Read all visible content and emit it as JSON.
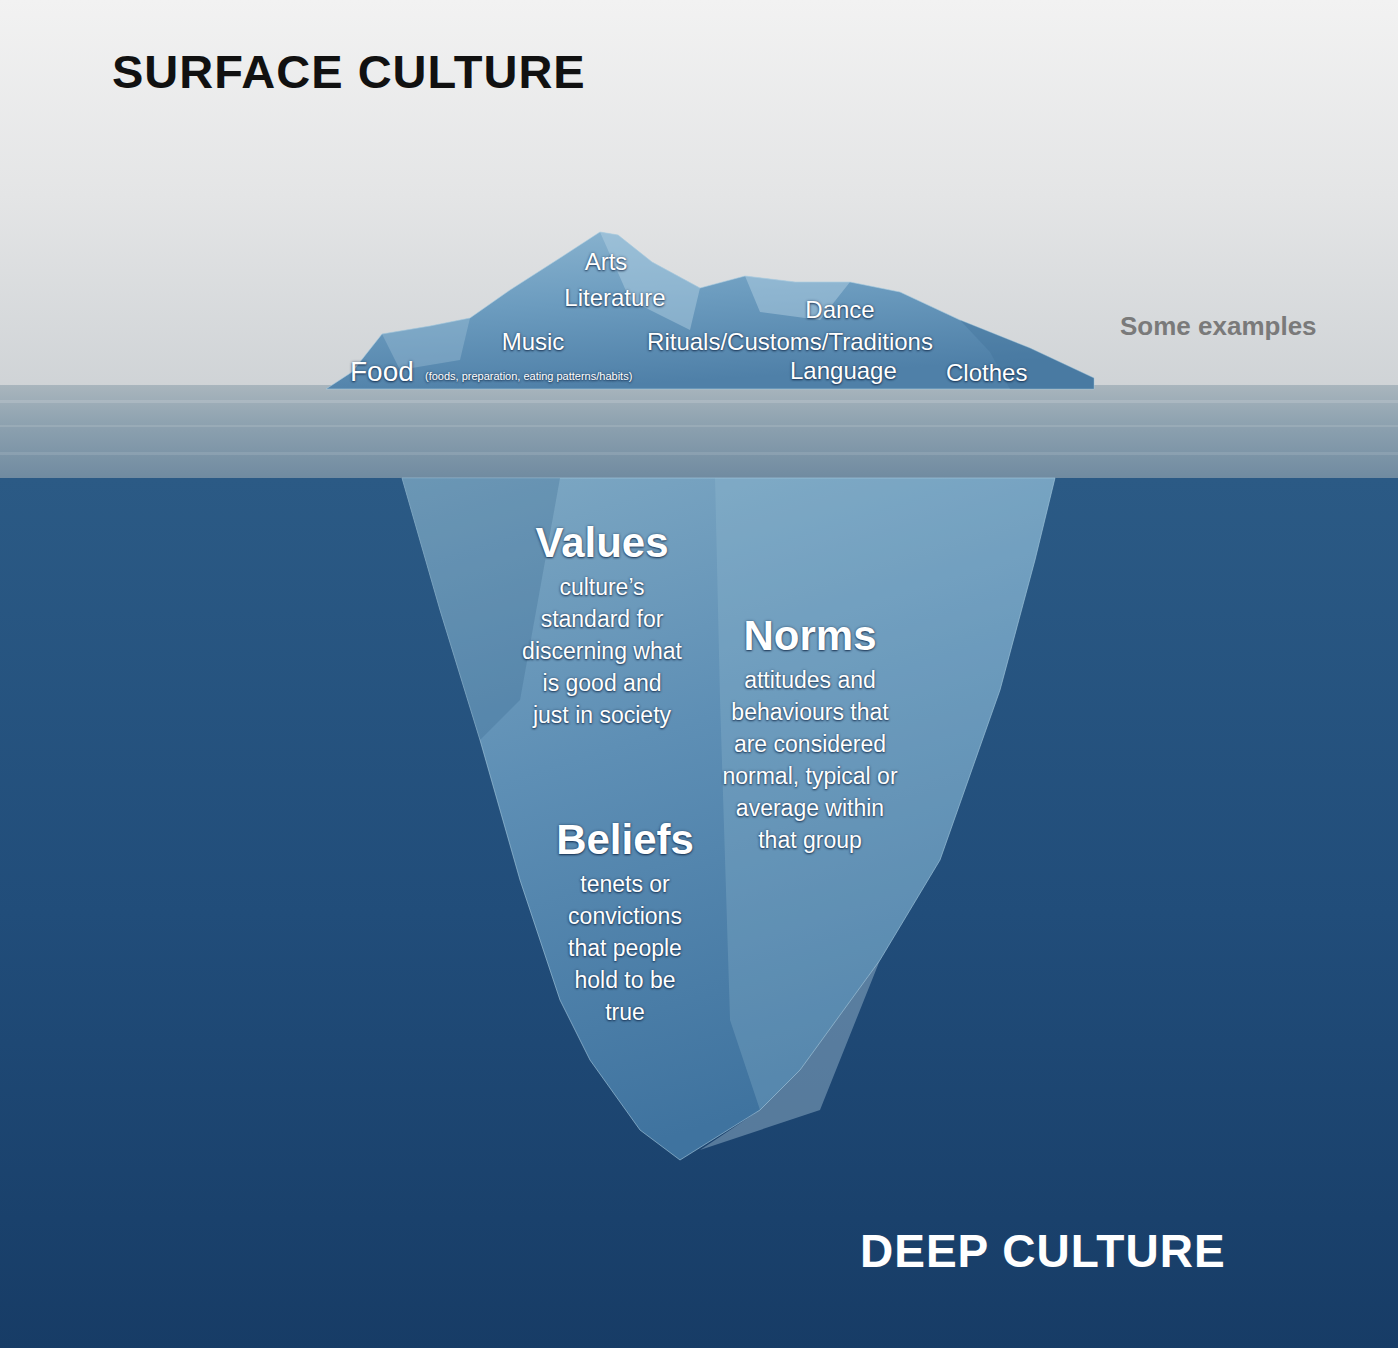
{
  "diagram": {
    "title": "SURFACE CULTURE",
    "nodes": [
      {
        "text": [
          "Arts",
          "Literature",
          "Dance",
          "Music",
          "Rituals/Customs/Traditions",
          "Food",
          "(foods, preparation, eating patterns/habits)",
          "Language",
          "Clothes"
        ]
      },
      {
        "text": [
          "Values",
          "culture’s standard for discerning what is good and just in society",
          "Norms",
          "attitudes and behaviours that are considered normal, typical or average within that group",
          "Beliefs",
          "tenets or convictions that people hold to be true"
        ]
      }
    ],
    "labels": [
      "Some examples",
      "DEEP CULTURE"
    ]
  }
}
